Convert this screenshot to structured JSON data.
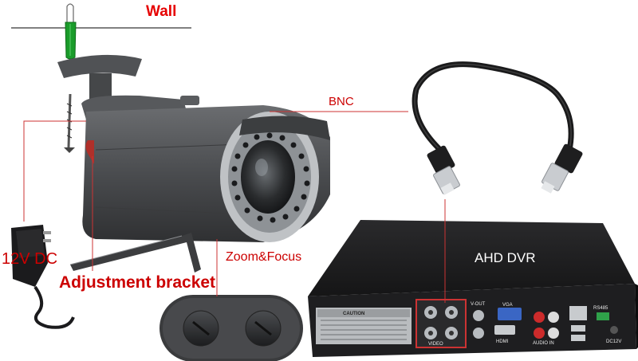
{
  "labels": {
    "wall": "Wall",
    "bnc": "BNC",
    "zoom_focus": "Zoom&Focus",
    "power": "12V DC",
    "bracket": "Adjustment bracket",
    "dvr": "AHD DVR"
  },
  "panel_text": {
    "caution": "CAUTION",
    "video": "VIDEO",
    "vout": "V-OUT",
    "hdmi": "HDMI",
    "vga": "VGA",
    "audio": "AUDIO IN",
    "rs485": "RS485",
    "dc12v": "DC12V"
  },
  "colors": {
    "callout_line": "#cc3333",
    "label_red": "#cc0000",
    "camera_body": "#4a4c4e",
    "dvr_body": "#1f1f21"
  }
}
